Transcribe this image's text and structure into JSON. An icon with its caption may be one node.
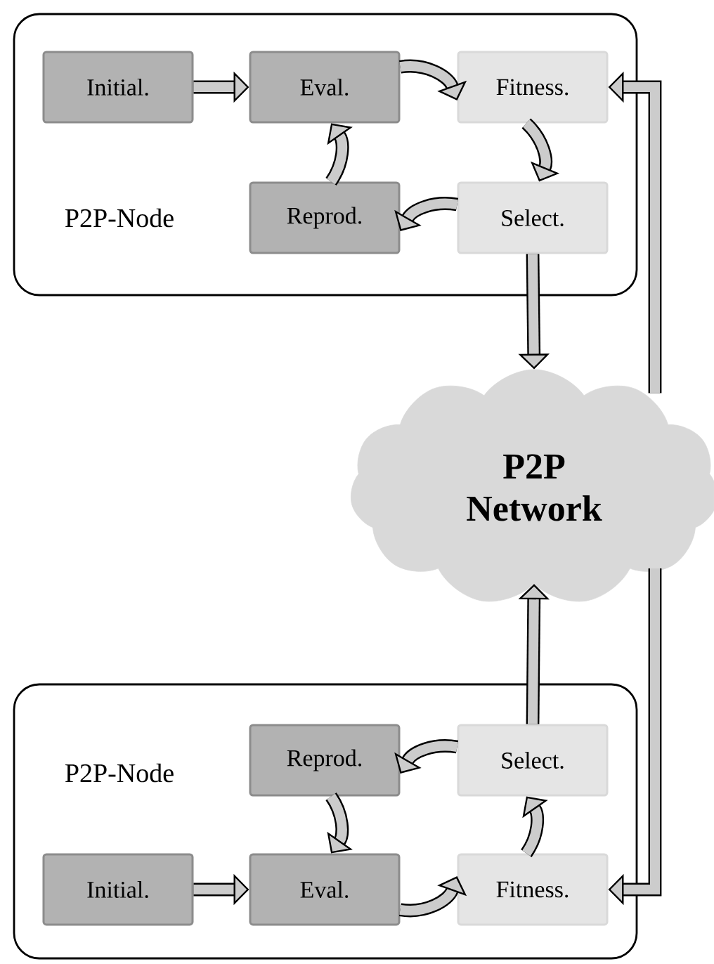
{
  "diagram": {
    "nodes": [
      {
        "text": [
          "P2P-Node"
        ]
      },
      {
        "text": [
          "Initial."
        ],
        "in": 0
      },
      {
        "text": [
          "Eval."
        ],
        "in": 0
      },
      {
        "text": [
          "Fitness."
        ],
        "in": 0
      },
      {
        "text": [
          "Reprod."
        ],
        "in": 0
      },
      {
        "text": [
          "Select."
        ],
        "in": 0
      },
      {
        "text": [
          "P2P Network"
        ]
      },
      {
        "text": [
          "P2P-Node"
        ]
      },
      {
        "text": [
          "Reprod."
        ],
        "in": 7
      },
      {
        "text": [
          "Select."
        ],
        "in": 7
      },
      {
        "text": [
          "Initial."
        ],
        "in": 7
      },
      {
        "text": [
          "Eval."
        ],
        "in": 7
      },
      {
        "text": [
          "Fitness."
        ],
        "in": 7
      }
    ],
    "edges": [
      {
        "from": 1,
        "to": 2,
        "arrow": "to"
      },
      {
        "from": 2,
        "to": 3,
        "arrow": "to"
      },
      {
        "from": 3,
        "to": 5,
        "arrow": "to"
      },
      {
        "from": 5,
        "to": 4,
        "arrow": "to"
      },
      {
        "from": 4,
        "to": 2,
        "arrow": "to"
      },
      {
        "from": 5,
        "to": 6,
        "arrow": "to"
      },
      {
        "from": 6,
        "to": 3,
        "arrow": "to"
      },
      {
        "from": 9,
        "to": 6,
        "arrow": "to"
      },
      {
        "from": 6,
        "to": 12,
        "arrow": "to"
      },
      {
        "from": 9,
        "to": 8,
        "arrow": "to"
      },
      {
        "from": 8,
        "to": 11,
        "arrow": "to"
      },
      {
        "from": 10,
        "to": 11,
        "arrow": "to"
      },
      {
        "from": 11,
        "to": 12,
        "arrow": "to"
      },
      {
        "from": 12,
        "to": 9,
        "arrow": "to"
      }
    ]
  }
}
